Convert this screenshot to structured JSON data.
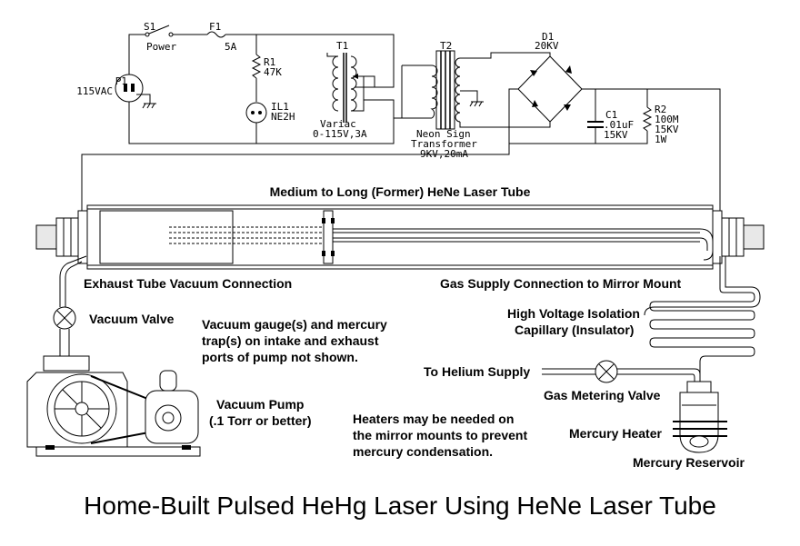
{
  "figure": {
    "title": "Home-Built Pulsed HeHg Laser Using HeNe Laser Tube"
  },
  "schematic": {
    "p1": {
      "ref": "P1",
      "value": "115VAC"
    },
    "s1": {
      "ref": "S1",
      "value": "Power"
    },
    "f1": {
      "ref": "F1",
      "value": "5A"
    },
    "r1": {
      "ref": "R1",
      "value": "47K"
    },
    "il1": {
      "ref": "IL1",
      "value": "NE2H"
    },
    "t1": {
      "ref": "T1",
      "line1": "Variac",
      "line2": "0-115V,3A"
    },
    "t2": {
      "ref": "T2",
      "line1": "Neon Sign",
      "line2": "Transformer",
      "line3": "9KV,20mA"
    },
    "d1": {
      "ref": "D1",
      "value": "20KV"
    },
    "c1": {
      "ref": "C1",
      "line1": ".01uF",
      "line2": "15KV"
    },
    "r2": {
      "ref": "R2",
      "line1": "100M",
      "line2": "15KV",
      "line3": "1W"
    }
  },
  "labels": {
    "laser_tube": "Medium to Long (Former) HeNe Laser Tube",
    "exhaust_connection": "Exhaust Tube Vacuum Connection",
    "gas_supply_connection": "Gas Supply Connection to Mirror Mount",
    "vacuum_valve": "Vacuum Valve",
    "vacuum_note_1": "Vacuum gauge(s) and mercury",
    "vacuum_note_2": "trap(s) on intake and exhaust",
    "vacuum_note_3": "ports of pump not shown.",
    "hv_isolation_1": "High Voltage Isolation",
    "hv_isolation_2": "Capillary (Insulator)",
    "helium_supply": "To Helium Supply",
    "gas_metering_valve": "Gas Metering Valve",
    "vacuum_pump_1": "Vacuum Pump",
    "vacuum_pump_2": "(.1 Torr or better)",
    "heater_note_1": "Heaters may be needed on",
    "heater_note_2": "the mirror mounts to prevent",
    "heater_note_3": "mercury condensation.",
    "mercury_heater": "Mercury Heater",
    "mercury_reservoir": "Mercury Reservoir"
  }
}
